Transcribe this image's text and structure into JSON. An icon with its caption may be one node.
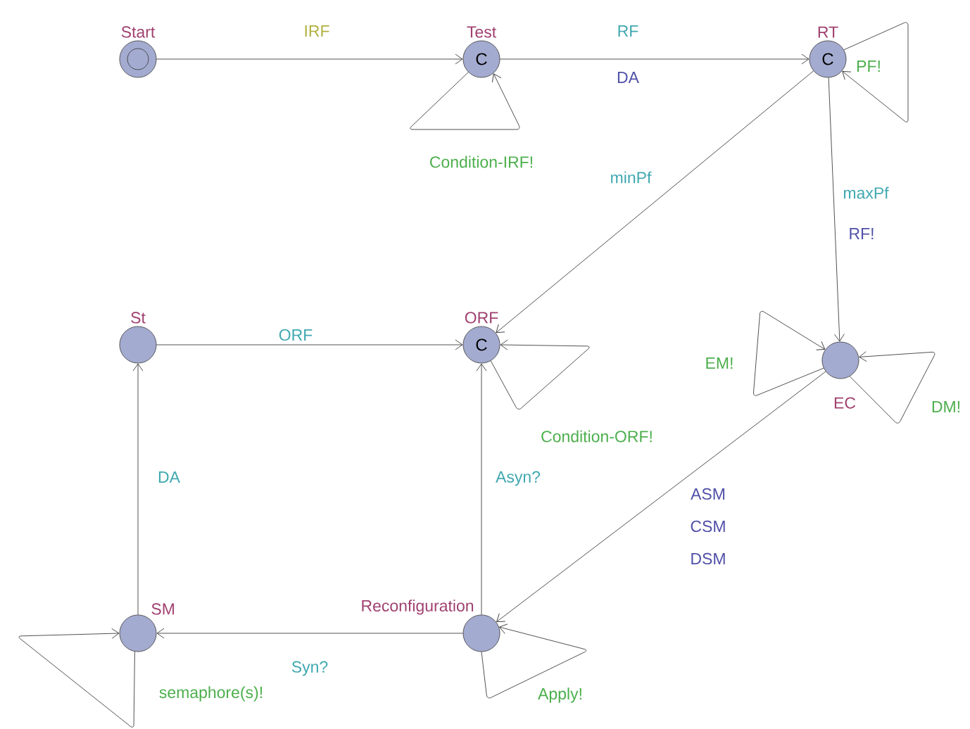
{
  "diagram": {
    "nodes": [
      {
        "text": [
          "Start"
        ]
      },
      {
        "text": [
          "Test",
          "C"
        ]
      },
      {
        "text": [
          "RT",
          "C"
        ]
      },
      {
        "text": [
          "St"
        ]
      },
      {
        "text": [
          "ORF",
          "C"
        ]
      },
      {
        "text": [
          "EC"
        ]
      },
      {
        "text": [
          "SM"
        ]
      },
      {
        "text": [
          "Reconfiguration"
        ]
      }
    ],
    "edges": [
      {
        "from": 0,
        "to": 1,
        "arrow": "to",
        "label": "IRF"
      },
      {
        "from": 1,
        "to": 1,
        "arrow": "to",
        "label": "Condition-IRF!"
      },
      {
        "from": 1,
        "to": 2,
        "arrow": "to",
        "label": "RF"
      },
      {
        "from": 2,
        "to": 2,
        "arrow": "to",
        "label": "PF!"
      },
      {
        "from": 2,
        "to": 4,
        "arrow": "to",
        "label": "minPf"
      },
      {
        "from": 2,
        "to": 5,
        "arrow": "to",
        "label": "maxPf"
      },
      {
        "from": 5,
        "to": 5,
        "arrow": "to",
        "label": "EM!"
      },
      {
        "from": 5,
        "to": 5,
        "arrow": "to",
        "label": "DM!"
      },
      {
        "from": 3,
        "to": 4,
        "arrow": "to",
        "label": "ORF"
      },
      {
        "from": 4,
        "to": 4,
        "arrow": "to",
        "label": "Condition-ORF!"
      },
      {
        "from": 5,
        "to": 7,
        "arrow": "to",
        "label": "ASM"
      },
      {
        "from": 7,
        "to": 4,
        "arrow": "to",
        "label": "Asyn?"
      },
      {
        "from": 7,
        "to": 6,
        "arrow": "to",
        "label": "Syn?"
      },
      {
        "from": 7,
        "to": 7,
        "arrow": "to",
        "label": "Apply!"
      },
      {
        "from": 6,
        "to": 6,
        "arrow": "to",
        "label": "semaphore(s)!"
      },
      {
        "from": 6,
        "to": 3,
        "arrow": "to",
        "label": "DA"
      }
    ],
    "labels": [
      "DA",
      "RF!",
      "CSM",
      "DSM"
    ]
  }
}
